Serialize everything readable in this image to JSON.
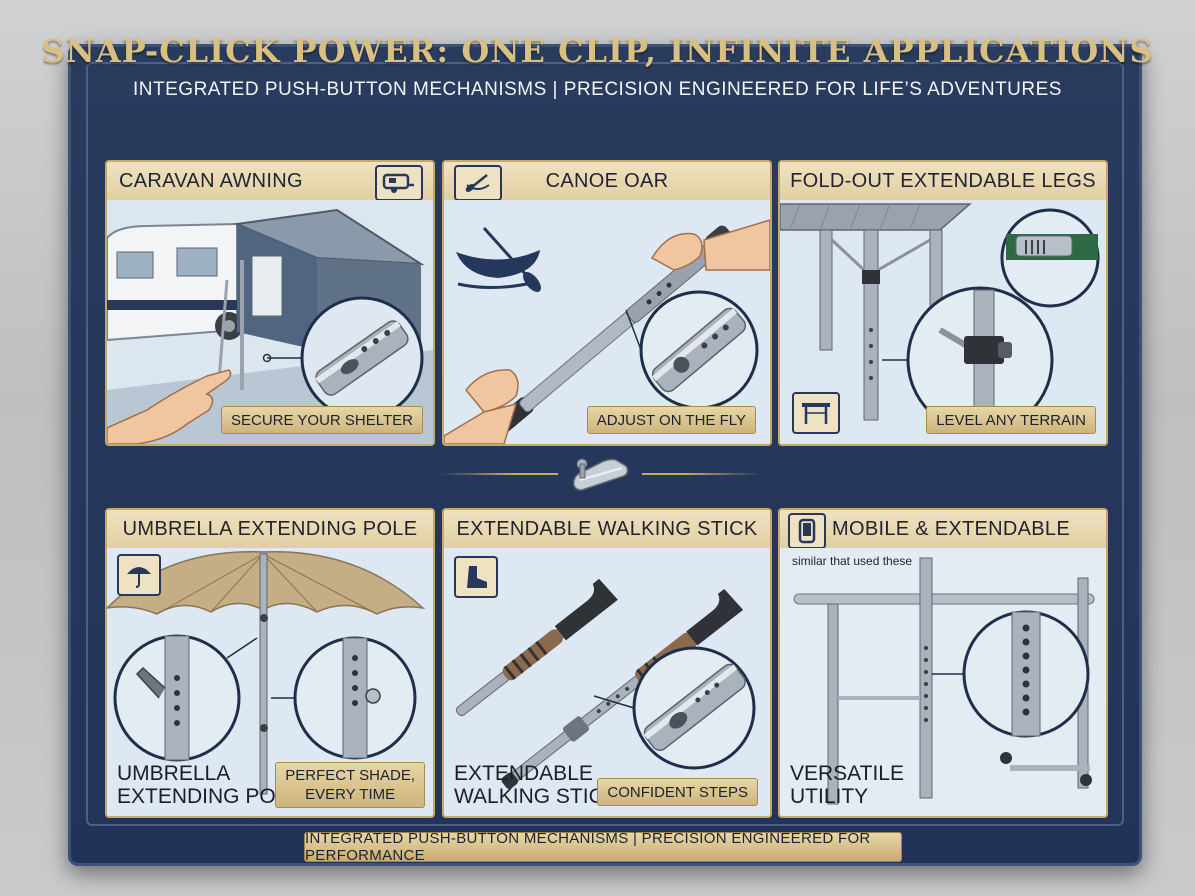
{
  "header": {
    "title": "SNAP-CLICK POWER: ONE CLIP, INFINITE APPLICATIONS",
    "subtitle": "INTEGRATED PUSH-BUTTON MECHANISMS | PRECISION ENGINEERED FOR LIFE’S ADVENTURES"
  },
  "panels": [
    {
      "title": "CARAVAN AWNING",
      "icon": "caravan-icon",
      "caption": "SECURE YOUR SHELTER"
    },
    {
      "title": "CANOE OAR",
      "icon": "canoe-icon",
      "caption": "ADJUST ON THE FLY"
    },
    {
      "title": "FOLD-OUT EXTENDABLE LEGS",
      "icon": "table-icon",
      "caption": "LEVEL ANY TERRAIN"
    },
    {
      "title": "UMBRELLA EXTENDING POLE",
      "icon": "umbrella-icon",
      "label_line1": "UMBRELLA",
      "label_line2": "EXTENDING POLE",
      "caption_line1": "PERFECT SHADE,",
      "caption_line2": "EVERY TIME"
    },
    {
      "title": "EXTENDABLE WALKING STICK",
      "icon": "boot-icon",
      "label_line1": "EXTENDABLE",
      "label_line2": "WALKING STICK",
      "caption": "CONFIDENT STEPS"
    },
    {
      "title": "MOBILE & EXTENDABLE",
      "icon": "phone-icon",
      "note": "similar that used these",
      "label_line1": "VERSATILE",
      "label_line2": "UTILITY"
    }
  ],
  "footer": "INTEGRATED PUSH-BUTTON MECHANISMS | PRECISION ENGINEERED FOR PERFORMANCE",
  "colors": {
    "navy": "#25375a",
    "gold": "#c9a661",
    "panel_bg": "#e3edf6"
  }
}
